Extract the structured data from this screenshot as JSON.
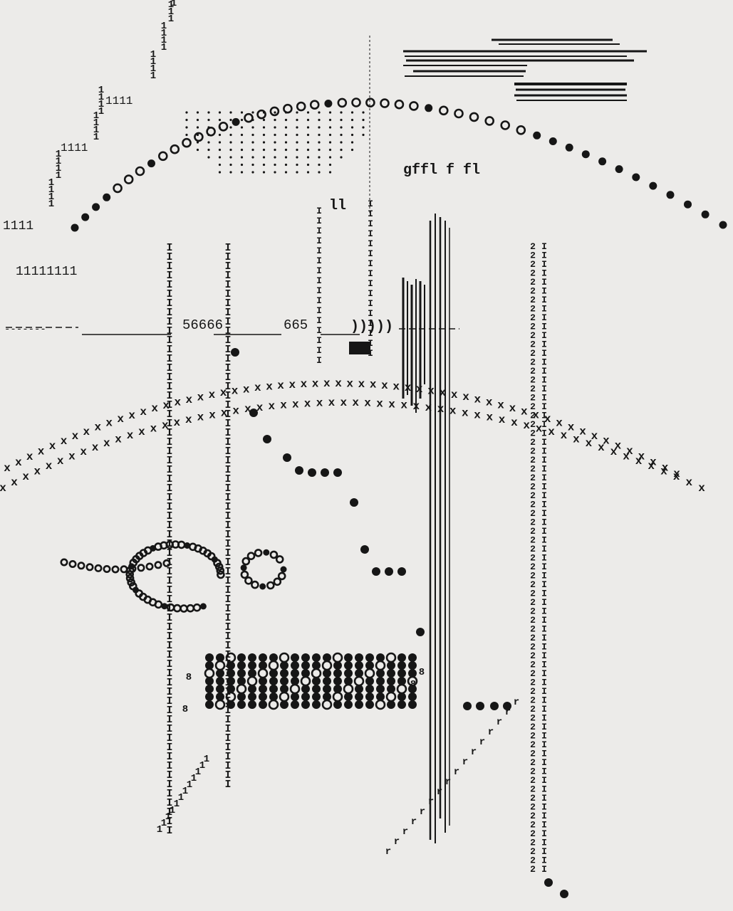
{
  "artwork": {
    "ink_color": "#161616",
    "paper_color": "#ecebe9",
    "typed_marks": {
      "row_of_ones_top": "1111",
      "row_of_ones_left": "1111",
      "row_of_ones_bottom": "11111111",
      "row_of_ones_mid": "1111",
      "digits_a": "56666",
      "digits_b": "665",
      "parens": ")))))",
      "letter_pair": "ll",
      "f_cluster": "gffl f fl",
      "dash_line": "-------"
    },
    "glyphs": {
      "open_dot": "o",
      "filled_dot": "●",
      "cross": "x",
      "one": "1",
      "stem": "I",
      "two": "2",
      "r": "r",
      "eight": "8"
    }
  }
}
